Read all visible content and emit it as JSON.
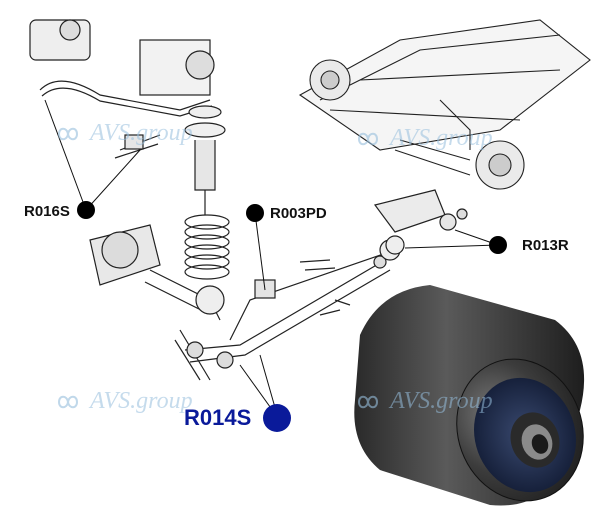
{
  "labels": {
    "r016s": "R016S",
    "r003pd": "R003PD",
    "r013r": "R013R",
    "r014s": "R014S"
  },
  "watermark": {
    "text": "AVS.group"
  },
  "colors": {
    "marker_black": "#000000",
    "marker_blue": "#0a1a9a",
    "label_blue": "#0a1a9a",
    "watermark": "#9cc4e0",
    "bushing_rubber": "#1d2a4a",
    "bushing_metal": "#4a4a4a"
  }
}
